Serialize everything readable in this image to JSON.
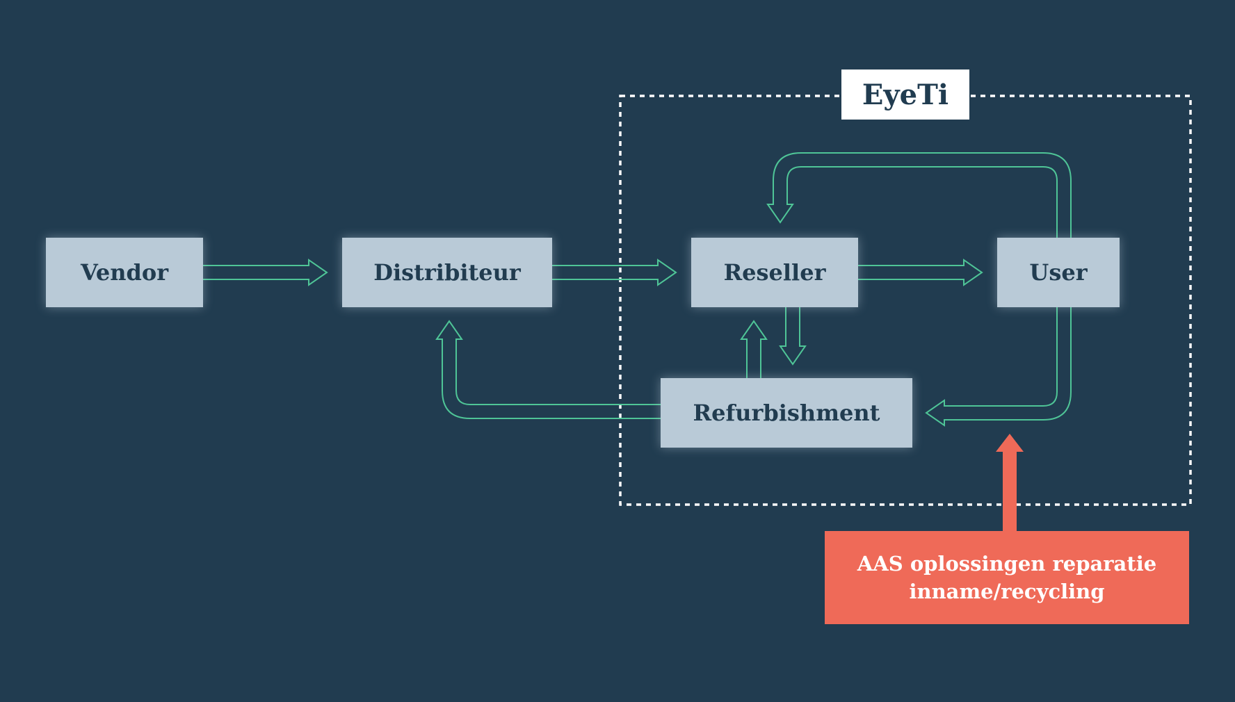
{
  "colors": {
    "background": "#213c50",
    "node_fill": "#b9cad7",
    "node_text": "#213c50",
    "arrow": "#4fc597",
    "group_border": "#ffffff",
    "callout": "#ef6a58"
  },
  "group": {
    "label": "EyeTi"
  },
  "nodes": {
    "vendor": "Vendor",
    "distributeur": "Distribiteur",
    "reseller": "Reseller",
    "user": "User",
    "refurbishment": "Refurbishment"
  },
  "callout": {
    "line1": "AAS oplossingen reparatie",
    "line2": "inname/recycling"
  },
  "edges": [
    {
      "from": "Vendor",
      "to": "Distribiteur"
    },
    {
      "from": "Distribiteur",
      "to": "Reseller"
    },
    {
      "from": "Reseller",
      "to": "User"
    },
    {
      "from": "User",
      "to": "Reseller"
    },
    {
      "from": "Reseller",
      "to": "Refurbishment"
    },
    {
      "from": "Refurbishment",
      "to": "Reseller"
    },
    {
      "from": "User",
      "to": "Refurbishment"
    },
    {
      "from": "Refurbishment",
      "to": "Distribiteur"
    },
    {
      "from": "AAS oplossingen reparatie inname/recycling",
      "to": "User-Refurbishment return"
    }
  ]
}
